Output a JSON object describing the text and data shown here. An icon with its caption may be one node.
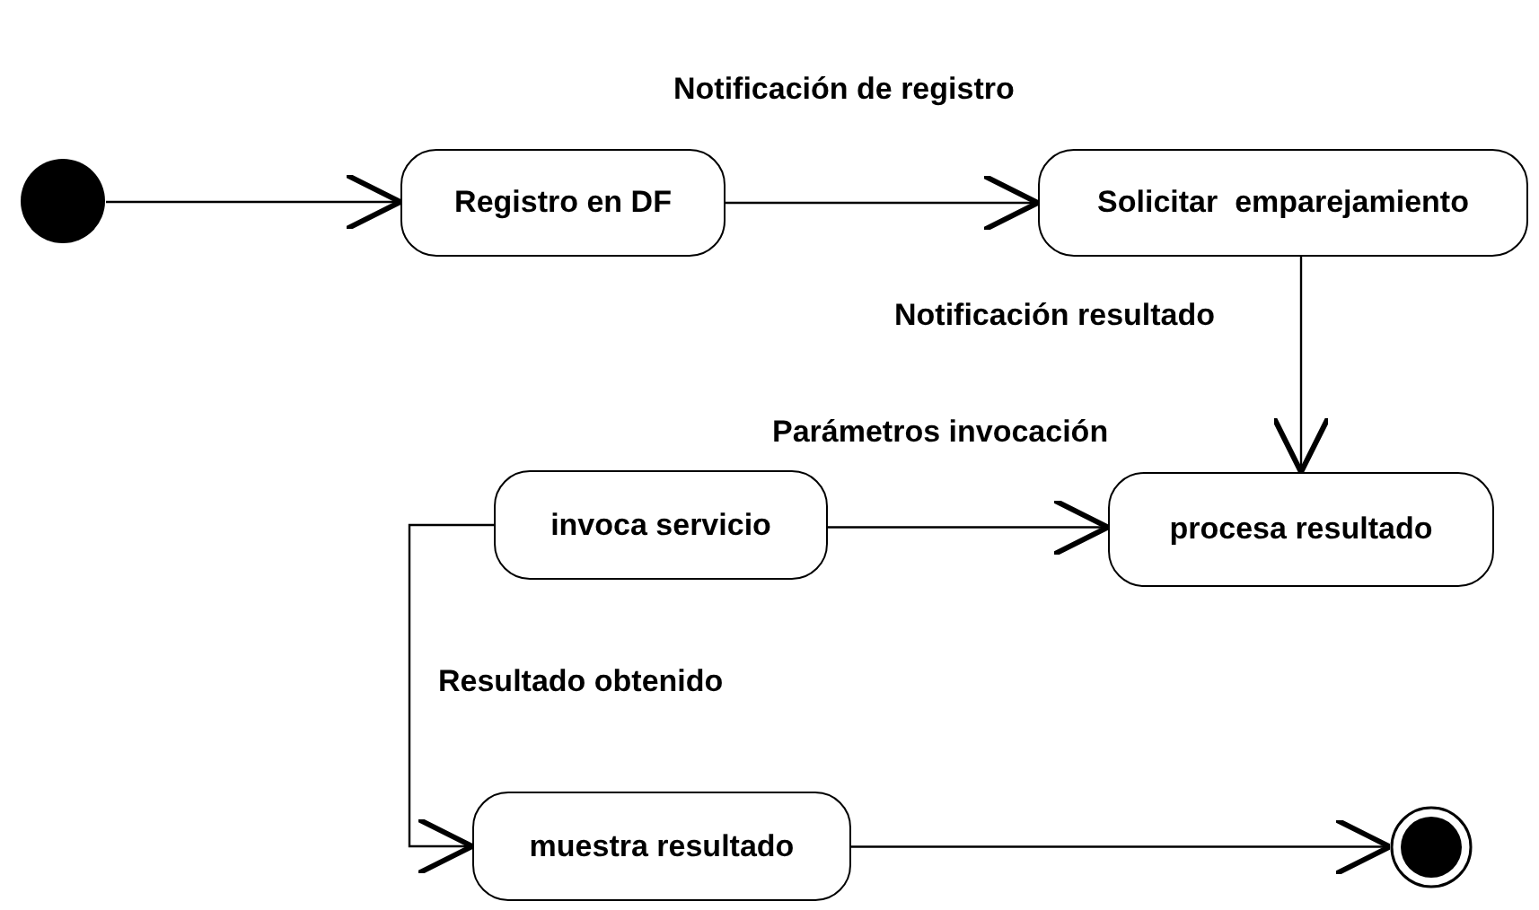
{
  "diagram": {
    "nodes": [
      {
        "text": [],
        "shape": "circle"
      },
      {
        "text": [
          "Registro en DF"
        ]
      },
      {
        "text": [
          "Solicitar  emparejamiento"
        ]
      },
      {
        "text": [
          "invoca servicio"
        ]
      },
      {
        "text": [
          "procesa resultado"
        ]
      },
      {
        "text": [
          "muestra resultado"
        ]
      },
      {
        "text": [],
        "shape": "circle"
      }
    ],
    "edges": [
      {
        "from": 0,
        "to": 1,
        "arrow": "to"
      },
      {
        "from": 1,
        "to": 2,
        "arrow": "to",
        "label": "Notificación de registro"
      },
      {
        "from": 2,
        "to": 4,
        "arrow": "to",
        "label": "Notificación resultado"
      },
      {
        "from": 3,
        "to": 4,
        "arrow": "to",
        "label": "Parámetros invocación"
      },
      {
        "from": 3,
        "to": 5,
        "arrow": "to",
        "label": "Resultado obtenido"
      },
      {
        "from": 5,
        "to": 6,
        "arrow": "to"
      }
    ]
  }
}
